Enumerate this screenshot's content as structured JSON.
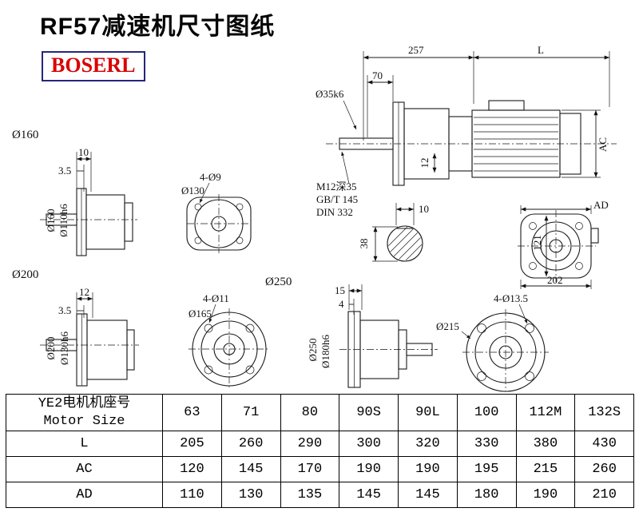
{
  "title": "RF57减速机尺寸图纸",
  "logo": "BOSERL",
  "views": {
    "v160": {
      "name": "Ø160",
      "top_dim": "10",
      "top_dim2": "3.5",
      "side_dia": "Ø160",
      "side_shaft": "Ø110h6"
    },
    "f130": {
      "holes": "4-Ø9",
      "dia": "Ø130"
    },
    "main": {
      "len1": "257",
      "len2": "L",
      "len3": "70",
      "shaft_dia": "Ø35k6",
      "key_w": "12",
      "height": "AC",
      "thread": "M12深35",
      "std1": "GB/T 145",
      "std2": "DIN 332"
    },
    "key": {
      "w": "10",
      "h": "38"
    },
    "ad": {
      "name": "AD",
      "h": "121",
      "w": "202"
    },
    "v200": {
      "name": "Ø200",
      "top_dim": "12",
      "top_dim2": "3.5",
      "side_dia": "Ø200",
      "side_shaft": "Ø130h6"
    },
    "f165": {
      "name": "Ø250",
      "holes": "4-Ø11",
      "dia": "Ø165"
    },
    "v250": {
      "top_dim": "15",
      "top_dim2": "4",
      "side_dia": "Ø250",
      "side_shaft": "Ø180h6"
    },
    "f215": {
      "holes": "4-Ø13.5",
      "dia": "Ø215"
    }
  },
  "table": {
    "header_cn": "YE2电机机座号",
    "header_en": "Motor Size",
    "columns": [
      "63",
      "71",
      "80",
      "90S",
      "90L",
      "100",
      "112M",
      "132S"
    ],
    "rows": [
      {
        "label": "L",
        "values": [
          "205",
          "260",
          "290",
          "300",
          "320",
          "330",
          "380",
          "430"
        ]
      },
      {
        "label": "AC",
        "values": [
          "120",
          "145",
          "170",
          "190",
          "190",
          "195",
          "215",
          "260"
        ]
      },
      {
        "label": "AD",
        "values": [
          "110",
          "130",
          "135",
          "145",
          "145",
          "180",
          "190",
          "210"
        ]
      }
    ]
  }
}
